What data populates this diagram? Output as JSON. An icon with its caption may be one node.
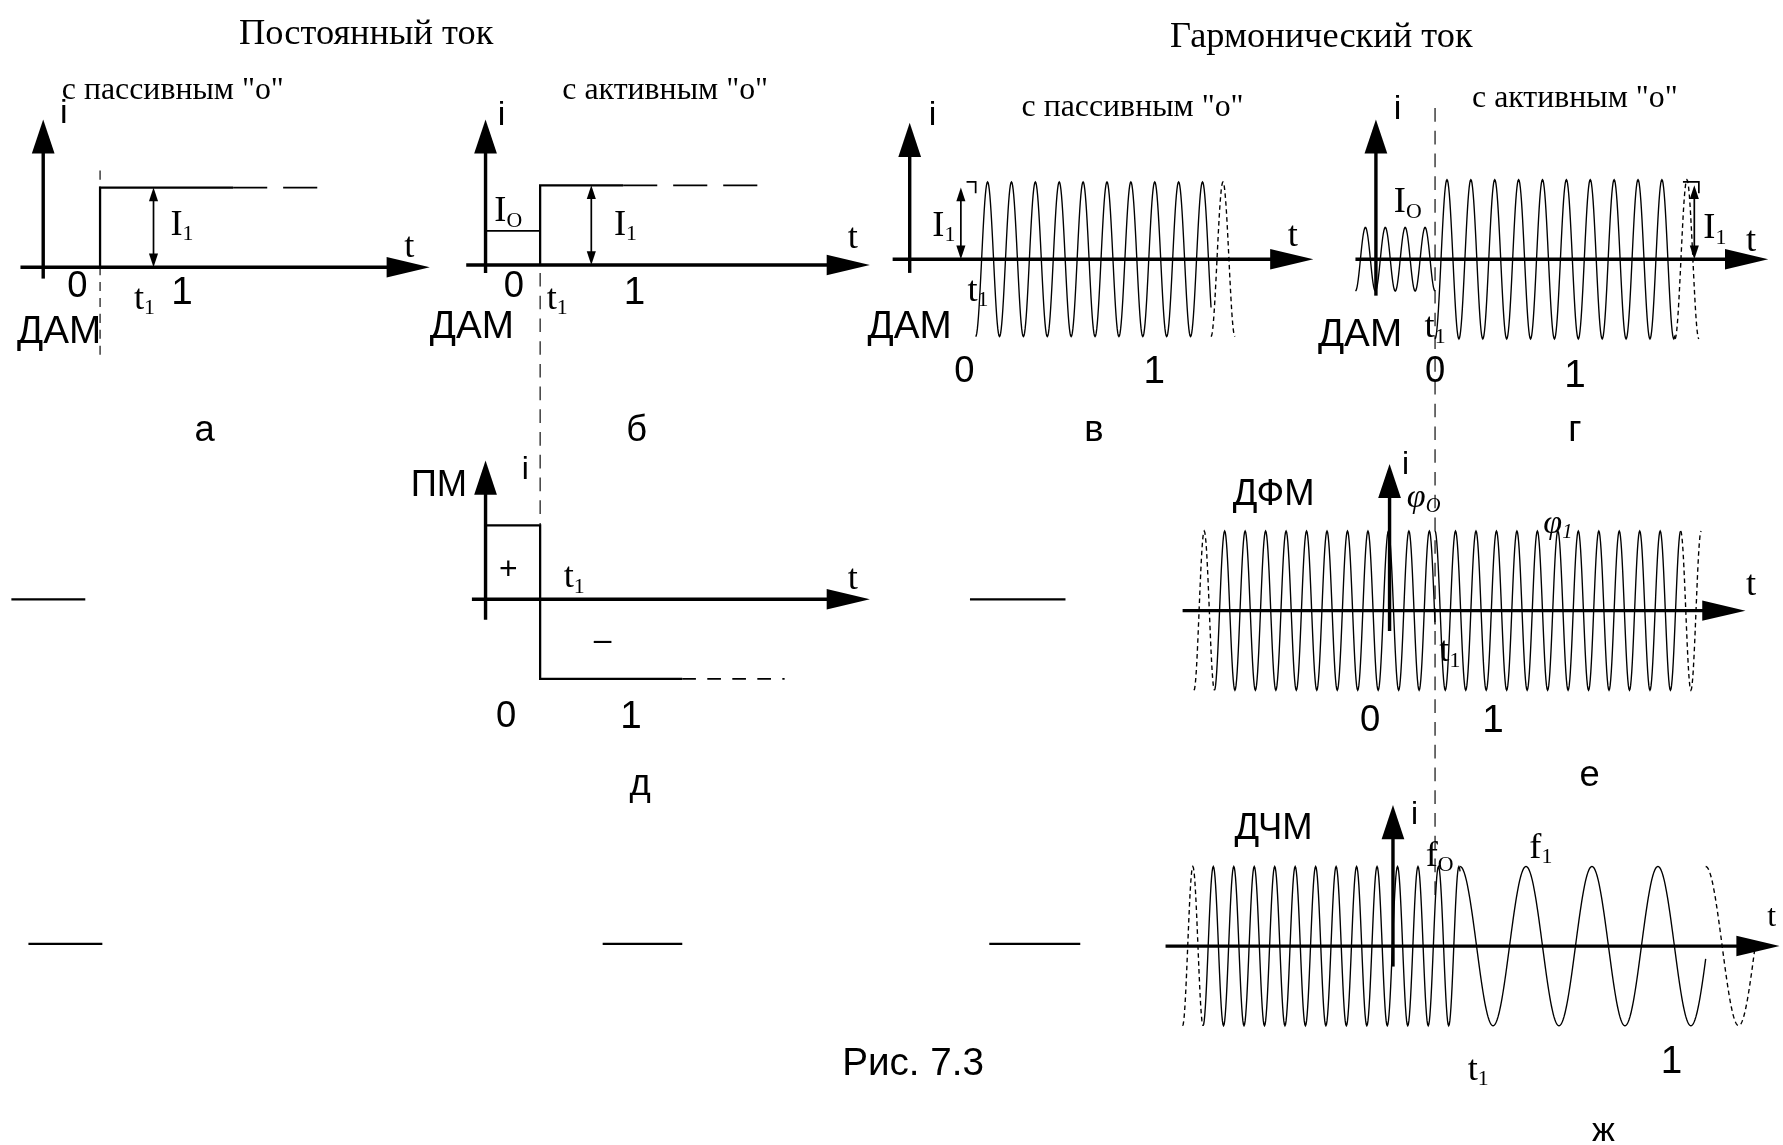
{
  "diagram": {
    "caption": "Рис. 7.3",
    "labels": [
      "Постоянный ток",
      "Гармонический ток",
      "с пассивным \"о\"",
      "с активным \"о\"",
      "с пассивным \"о\"",
      "с активным \"о\"",
      "i",
      "I$_{1}$",
      "t",
      "0",
      "t$_{1}$",
      "1",
      "ДАМ",
      "а",
      "i",
      "I$_{O}$",
      "I$_{1}$",
      "t",
      "0",
      "t$_{1}$",
      "1",
      "ДАМ",
      "б",
      "i",
      "I$_{1}$",
      "t",
      "t$_{1}$",
      "ДАМ",
      "0",
      "1",
      "в",
      "i",
      "I$_{O}$",
      "I$_{1}$",
      "t",
      "ДАМ",
      "t$_{1}$",
      "0",
      "1",
      "г",
      "ПМ",
      "i",
      "+",
      "t$_{1}$",
      "t",
      "–",
      "0",
      "1",
      "д",
      "i",
      "ДФМ",
      "φ$_{O}$",
      "φ$_{1}$",
      "t",
      "t$_{1}$",
      "0",
      "1",
      "е",
      "ДЧМ",
      "i",
      "f$_{O}$",
      "f$_{1}$",
      "t",
      "t$_{1}$",
      "1",
      "ж"
    ]
  }
}
